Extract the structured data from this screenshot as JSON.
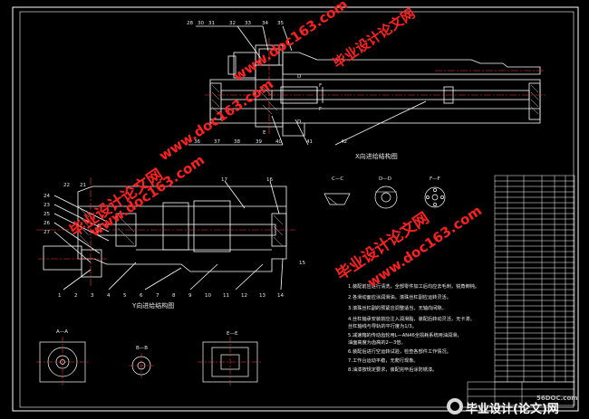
{
  "views": {
    "x_axis": {
      "title": "X向进给结构图",
      "section_cc": "C—C",
      "section_dd": "D—D",
      "section_ff": "F—F"
    },
    "y_axis": {
      "title": "Y向进给结构图"
    },
    "sections": {
      "aa": "A—A",
      "bb": "B—B",
      "ee": "E—E"
    }
  },
  "callouts": {
    "x_top": [
      "28",
      "30",
      "31",
      "32",
      "33",
      "34",
      "35"
    ],
    "x_bottom": [
      "36",
      "37",
      "38",
      "39",
      "40",
      "41",
      "42"
    ],
    "y_left": [
      "24",
      "23",
      "25",
      "26",
      "27",
      "22",
      "21"
    ],
    "y_top": [
      "17",
      "16"
    ],
    "y_bottom": [
      "1",
      "2",
      "3",
      "4",
      "5",
      "6",
      "7",
      "8",
      "9",
      "10",
      "11",
      "12",
      "13",
      "14",
      "15"
    ],
    "cut_marks": [
      "D",
      "F",
      "E",
      "F",
      "D"
    ]
  },
  "notes": [
    "1.装配前应进行清洗，全部零件加工后均应去毛刺，锐角倒钝。",
    "2.各滑动面应涂润滑油，滚珠丝杠副应运转灵活。",
    "3.滚珠丝杠副的预紧应调整适当，无轴向间隙。",
    "4.丝杠轴承安装前应注入润滑脂，装配后转动灵活，无卡滞。",
    "  丝杠轴线与导轨的平行度为1/3。",
    "5.减速箱的传动齿轮用L—AN46全损耗系统用油润滑，",
    "  油面高度为齿高的2—3倍。",
    "6.装配后进行空运转试验，检查各部件工作情况。",
    "7.工作台运动平稳，无爬行现象。",
    "8.油漆按规定要求，装配完毕后涂防锈漆。"
  ],
  "watermarks": {
    "site": "www.doc163.com",
    "brand": "毕业设计论文网",
    "footer_brand": "毕业设计(论文)网",
    "footer_site": "56DOC.com"
  },
  "colors": {
    "line": "#ffffff",
    "centerline": "#ff3b3b",
    "hatch": "#bbbbbb",
    "watermark": "#ff2020"
  }
}
